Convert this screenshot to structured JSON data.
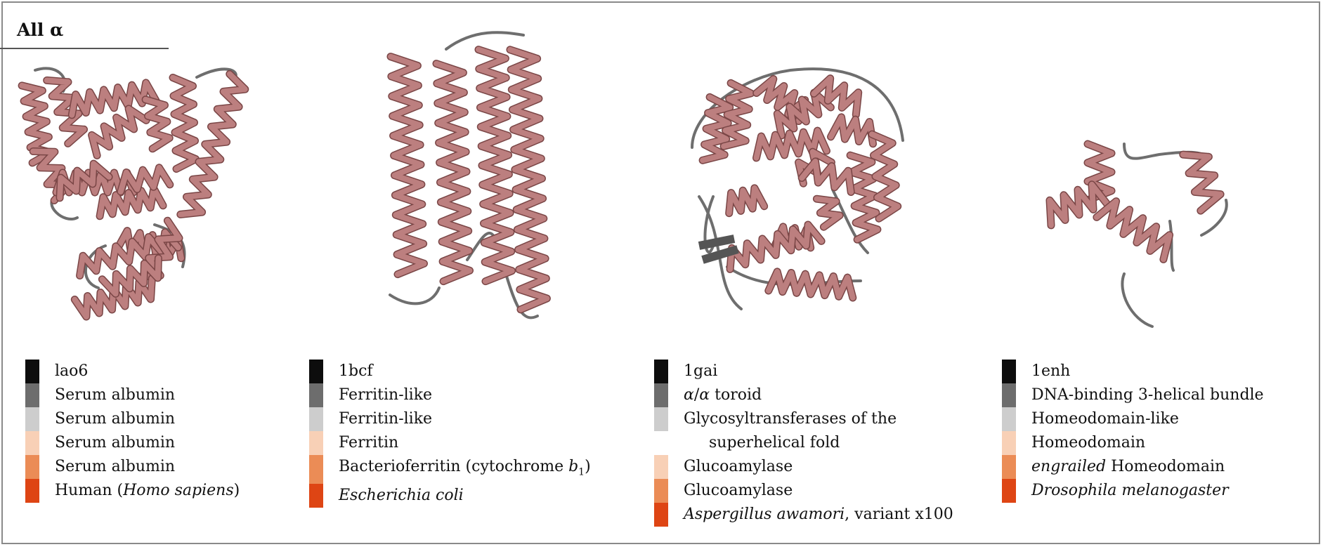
{
  "section_title": "All α",
  "colors": {
    "helix": "#bc7f7f",
    "helix_dark": "#7a4646",
    "coil": "#6e6e6e",
    "strand": "#555555",
    "level_colors": [
      "#0d0d0d",
      "#6d6d6d",
      "#cdcdcd",
      "#f8d0b6",
      "#eb8c56",
      "#de4514"
    ]
  },
  "panels": [
    {
      "legend": [
        {
          "text": "lao6"
        },
        {
          "text": "Serum albumin"
        },
        {
          "text": "Serum albumin"
        },
        {
          "text": "Serum albumin"
        },
        {
          "text": "Serum albumin"
        },
        {
          "text_pre": "Human (",
          "text_italic": "Homo sapiens",
          "text_post": ")"
        }
      ]
    },
    {
      "legend": [
        {
          "text": "1bcf"
        },
        {
          "text": "Ferritin-like"
        },
        {
          "text": "Ferritin-like"
        },
        {
          "text": "Ferritin"
        },
        {
          "text_pre": "Bacterioferritin (cytochrome ",
          "text_italic": "b",
          "text_sub": "1",
          "text_post": ")"
        },
        {
          "text_italic": "Escherichia coli"
        }
      ]
    },
    {
      "legend": [
        {
          "text": "1gai"
        },
        {
          "text_italic": "α",
          "text_mid": "/",
          "text_italic2": "α",
          "text_post": " toroid"
        },
        {
          "text_line1": "Glycosyltransferases of the",
          "text_line2": "superhelical fold"
        },
        {
          "text": "Glucoamylase"
        },
        {
          "text": "Glucoamylase"
        },
        {
          "text_italic": "Aspergillus awamori",
          "text_post": ", variant x100"
        }
      ]
    },
    {
      "legend": [
        {
          "text": "1enh"
        },
        {
          "text": "DNA-binding 3-helical bundle"
        },
        {
          "text": "Homeodomain-like"
        },
        {
          "text": "Homeodomain"
        },
        {
          "text_italic": "engrailed",
          "text_post": " Homeodomain"
        },
        {
          "text_italic": "Drosophila melanogaster"
        }
      ]
    }
  ]
}
